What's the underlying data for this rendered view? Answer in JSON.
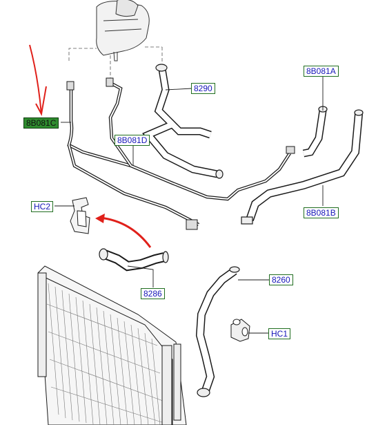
{
  "diagram": {
    "labels": {
      "hose_8B081C": "8B081C",
      "hose_8290": "8290",
      "hose_8B081A": "8B081A",
      "hose_8B081D": "8B081D",
      "clip_HC2": "HC2",
      "hose_8B081B": "8B081B",
      "hose_8286": "8286",
      "hose_8260": "8260",
      "clip_HC1": "HC1"
    },
    "highlighted_part": "8B081C",
    "colors": {
      "label_border": "#1f6d1f",
      "label_text": "#1515b8",
      "highlight_fill": "#2e8b2e",
      "annotation_red": "#e0201a",
      "line_art": "#1a1a1a"
    }
  }
}
